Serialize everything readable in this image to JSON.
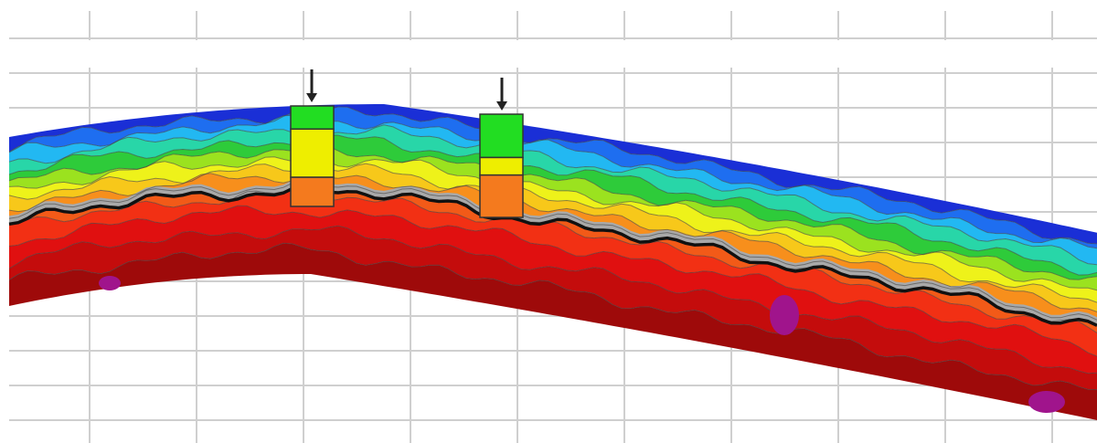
{
  "wells": [
    {
      "id": "well-1",
      "label": "",
      "column": [
        {
          "facies": "green",
          "color": "#22dd22"
        },
        {
          "facies": "yellow",
          "color": "#eeee00"
        },
        {
          "facies": "orange",
          "color": "#f47a1e"
        }
      ],
      "proportions": [
        0.23,
        0.48,
        0.29
      ]
    },
    {
      "id": "well-2",
      "label": "",
      "column": [
        {
          "facies": "green",
          "color": "#22dd22"
        },
        {
          "facies": "yellow",
          "color": "#eeee00"
        },
        {
          "facies": "orange",
          "color": "#f47a1e"
        }
      ],
      "proportions": [
        0.42,
        0.17,
        0.41
      ]
    }
  ],
  "layers": [
    {
      "name": "layer-1",
      "color": "#1a2fd6"
    },
    {
      "name": "layer-2",
      "color": "#1e6ef0"
    },
    {
      "name": "layer-3",
      "color": "#22b8f2"
    },
    {
      "name": "layer-4",
      "color": "#28d6a8"
    },
    {
      "name": "layer-5",
      "color": "#2ecb3a"
    },
    {
      "name": "layer-6",
      "color": "#9be21f"
    },
    {
      "name": "layer-7",
      "color": "#eef21a"
    },
    {
      "name": "layer-8",
      "color": "#f7c81a"
    },
    {
      "name": "layer-9",
      "color": "#f78f1c"
    },
    {
      "name": "layer-10",
      "color": "#f25a18"
    },
    {
      "name": "layer-11",
      "color": "#f23014"
    },
    {
      "name": "layer-12",
      "color": "#e01010"
    },
    {
      "name": "layer-13",
      "color": "#c40c0c"
    },
    {
      "name": "layer-14",
      "color": "#9e0a0a"
    }
  ],
  "colors": {
    "grey_band": "#a9a9a9",
    "key_horizon": "#111111",
    "contour": "#444444",
    "hotspot": "#a0148c",
    "grid": "#cfcfcf"
  }
}
